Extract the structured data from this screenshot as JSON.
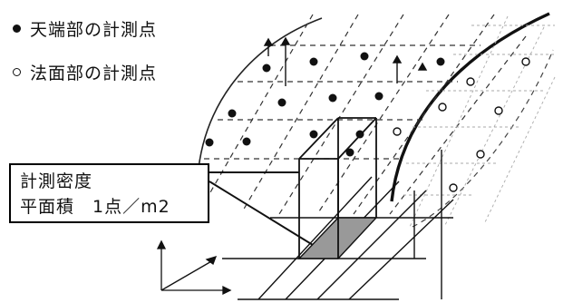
{
  "legend": {
    "top_points": "天端部の計測点",
    "slope_points": "法面部の計測点"
  },
  "callout": {
    "line1": "計測密度",
    "line2": "平面積　1点／m2"
  }
}
